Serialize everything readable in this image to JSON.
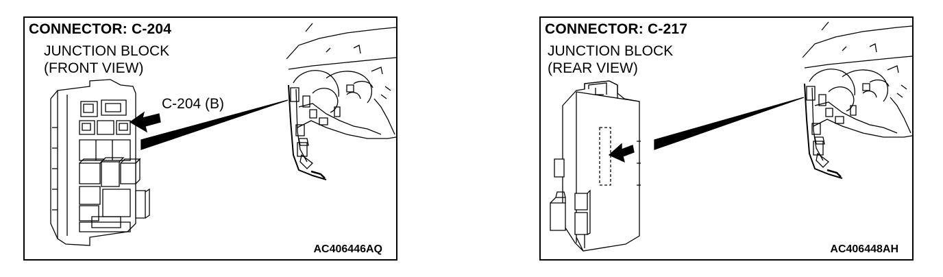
{
  "figures": [
    {
      "title": "CONNECTOR: C-204",
      "subtitle_lines": [
        "JUNCTION BLOCK",
        "(FRONT VIEW)"
      ],
      "callout": "C-204 (B)",
      "code": "AC406446AQ"
    },
    {
      "title": "CONNECTOR: C-217",
      "subtitle_lines": [
        "JUNCTION BLOCK",
        "(REAR VIEW)"
      ],
      "callout": "",
      "code": "AC406448AH"
    }
  ]
}
